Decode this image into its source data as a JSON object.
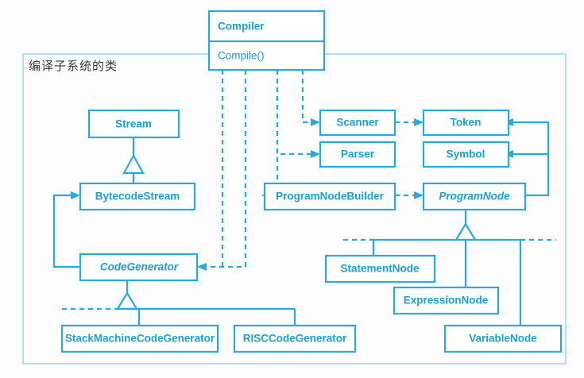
{
  "diagram": {
    "type": "uml-class-diagram",
    "subsystem_caption": "编译子系统的类",
    "accent_color": "#23ace3",
    "label_color": "#1a9fdc",
    "boundary_color": "#9fd6f0",
    "background_color": "#fdfdfd",
    "classes": {
      "compiler": {
        "name": "Compiler",
        "operation": "Compile()"
      },
      "stream": {
        "name": "Stream"
      },
      "bytecode_stream": {
        "name": "BytecodeStream"
      },
      "code_generator": {
        "name": "CodeGenerator",
        "abstract": true
      },
      "stack_machine_code_generator": {
        "name": "StackMachineCodeGenerator"
      },
      "risc_code_generator": {
        "name": "RISCCodeGenerator"
      },
      "scanner": {
        "name": "Scanner"
      },
      "token": {
        "name": "Token"
      },
      "parser": {
        "name": "Parser"
      },
      "symbol": {
        "name": "Symbol"
      },
      "program_node_builder": {
        "name": "ProgramNodeBuilder"
      },
      "program_node": {
        "name": "ProgramNode",
        "abstract": true
      },
      "statement_node": {
        "name": "StatementNode"
      },
      "expression_node": {
        "name": "ExpressionNode"
      },
      "variable_node": {
        "name": "VariableNode"
      }
    },
    "relationships": [
      {
        "kind": "dependency",
        "from": "Compiler",
        "to": "Scanner"
      },
      {
        "kind": "dependency",
        "from": "Compiler",
        "to": "Parser"
      },
      {
        "kind": "dependency",
        "from": "Compiler",
        "to": "ProgramNodeBuilder"
      },
      {
        "kind": "dependency",
        "from": "Compiler",
        "to": "CodeGenerator"
      },
      {
        "kind": "dependency",
        "from": "Scanner",
        "to": "Token"
      },
      {
        "kind": "dependency",
        "from": "ProgramNodeBuilder",
        "to": "ProgramNode"
      },
      {
        "kind": "association",
        "from": "ProgramNode",
        "to": "Token"
      },
      {
        "kind": "association",
        "from": "ProgramNode",
        "to": "Symbol"
      },
      {
        "kind": "association",
        "from": "CodeGenerator",
        "to": "BytecodeStream"
      },
      {
        "kind": "generalization",
        "from": "BytecodeStream",
        "to": "Stream"
      },
      {
        "kind": "generalization",
        "from": "StackMachineCodeGenerator",
        "to": "CodeGenerator"
      },
      {
        "kind": "generalization",
        "from": "RISCCodeGenerator",
        "to": "CodeGenerator"
      },
      {
        "kind": "generalization",
        "from": "StatementNode",
        "to": "ProgramNode"
      },
      {
        "kind": "generalization",
        "from": "ExpressionNode",
        "to": "ProgramNode"
      },
      {
        "kind": "generalization",
        "from": "VariableNode",
        "to": "ProgramNode"
      }
    ]
  }
}
